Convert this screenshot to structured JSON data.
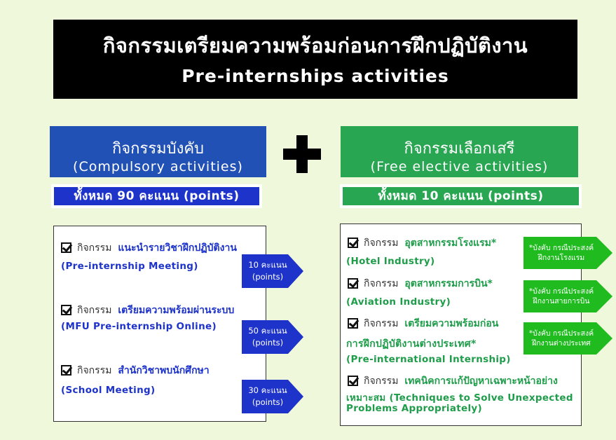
{
  "title": {
    "thai": "กิจกรรมเตรียมความพร้อมก่อนการฝึกปฏิบัติงาน",
    "english": "Pre-internships activities"
  },
  "compulsory": {
    "title_thai": "กิจกรรมบังคับ",
    "title_english": "(Compulsory activities)",
    "points": "ทั้งหมด 90 คะแนน (points)",
    "activity_prefix": "กิจกรรม",
    "items": [
      {
        "name_thai": "แนะนำรายวิชาฝึกปฏิบัติงาน",
        "name_english": "(Pre-internship Meeting)",
        "points_value": "10 คะแนน",
        "points_unit": "(points)"
      },
      {
        "name_thai": "เตรียมความพร้อมผ่านระบบ",
        "name_english": "(MFU Pre-internship Online)",
        "points_value": "50 คะแนน",
        "points_unit": "(points)"
      },
      {
        "name_thai": "สำนักวิชาพบนักศึกษา",
        "name_english": "(School Meeting)",
        "points_value": "30 คะแนน",
        "points_unit": "(points)"
      }
    ]
  },
  "elective": {
    "title_thai": "กิจกรรมเลือกเสรี",
    "title_english": "(Free elective activities)",
    "points": "ทั้งหมด 10 คะแนน (points)",
    "activity_prefix": "กิจกรรม",
    "items": [
      {
        "name_thai": "อุตสาหกรรมโรงแรม*",
        "name_english": "(Hotel Industry)",
        "note_1": "*บังคับ กรณีประสงค์",
        "note_2": "ฝึกงานโรงแรม"
      },
      {
        "name_thai": "อุตสาหกรรมการบิน*",
        "name_english": "(Aviation Industry)",
        "note_1": "*บังคับ กรณีประสงค์",
        "note_2": "ฝึกงานสายการบิน"
      },
      {
        "name_thai": "เตรียมความพร้อมก่อน",
        "name_thai_2": "การฝึกปฏิบัติงานต่างประเทศ*",
        "name_english": "(Pre-international Internship)",
        "note_1": "*บังคับ กรณีประสงค์",
        "note_2": "ฝึกงานต่างประเทศ"
      },
      {
        "name_thai": "เทคนิคการแก้ปัญหาเฉพาะหน้าอย่าง",
        "name_thai_2": "เหมาะสม (Techniques to Solve Unexpected",
        "name_english": "Problems Appropriately)"
      }
    ]
  },
  "colors": {
    "background": "#f0f8dc",
    "compulsory_blue": "#2251b5",
    "points_blue": "#1d33c9",
    "elective_green": "#29a652",
    "title_black": "#000000"
  }
}
